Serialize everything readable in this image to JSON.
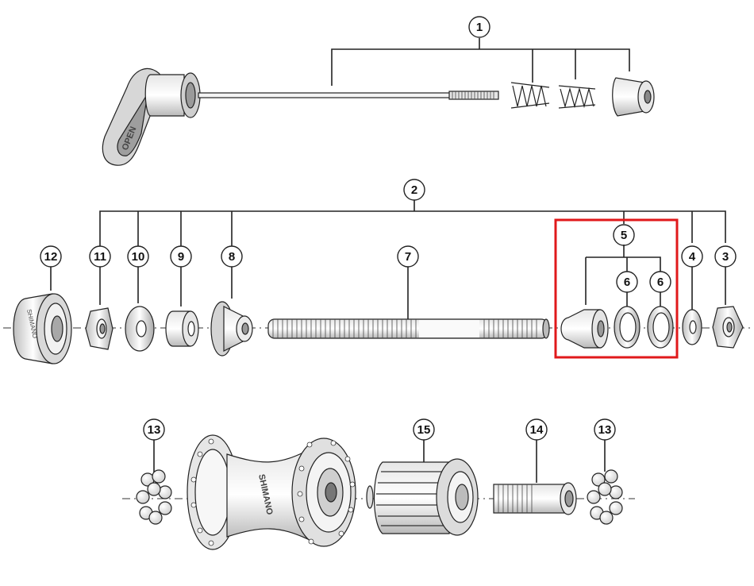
{
  "diagram": {
    "callouts": {
      "c1": "1",
      "c2": "2",
      "c3": "3",
      "c4": "4",
      "c5": "5",
      "c6a": "6",
      "c6b": "6",
      "c7": "7",
      "c8": "8",
      "c9": "9",
      "c10": "10",
      "c11": "11",
      "c12": "12",
      "c13a": "13",
      "c13b": "13",
      "c14": "14",
      "c15": "15"
    },
    "part_text": {
      "lever_mark": "OPEN",
      "cone_cap_brand": "SHIMANO",
      "hub_body_brand": "SHIMANO"
    },
    "colors": {
      "line": "#222222",
      "highlight_box": "#e0191b",
      "metal_light": "#f2f2f2",
      "metal_mid": "#cfcfcf",
      "metal_dark": "#9a9a9a"
    }
  }
}
